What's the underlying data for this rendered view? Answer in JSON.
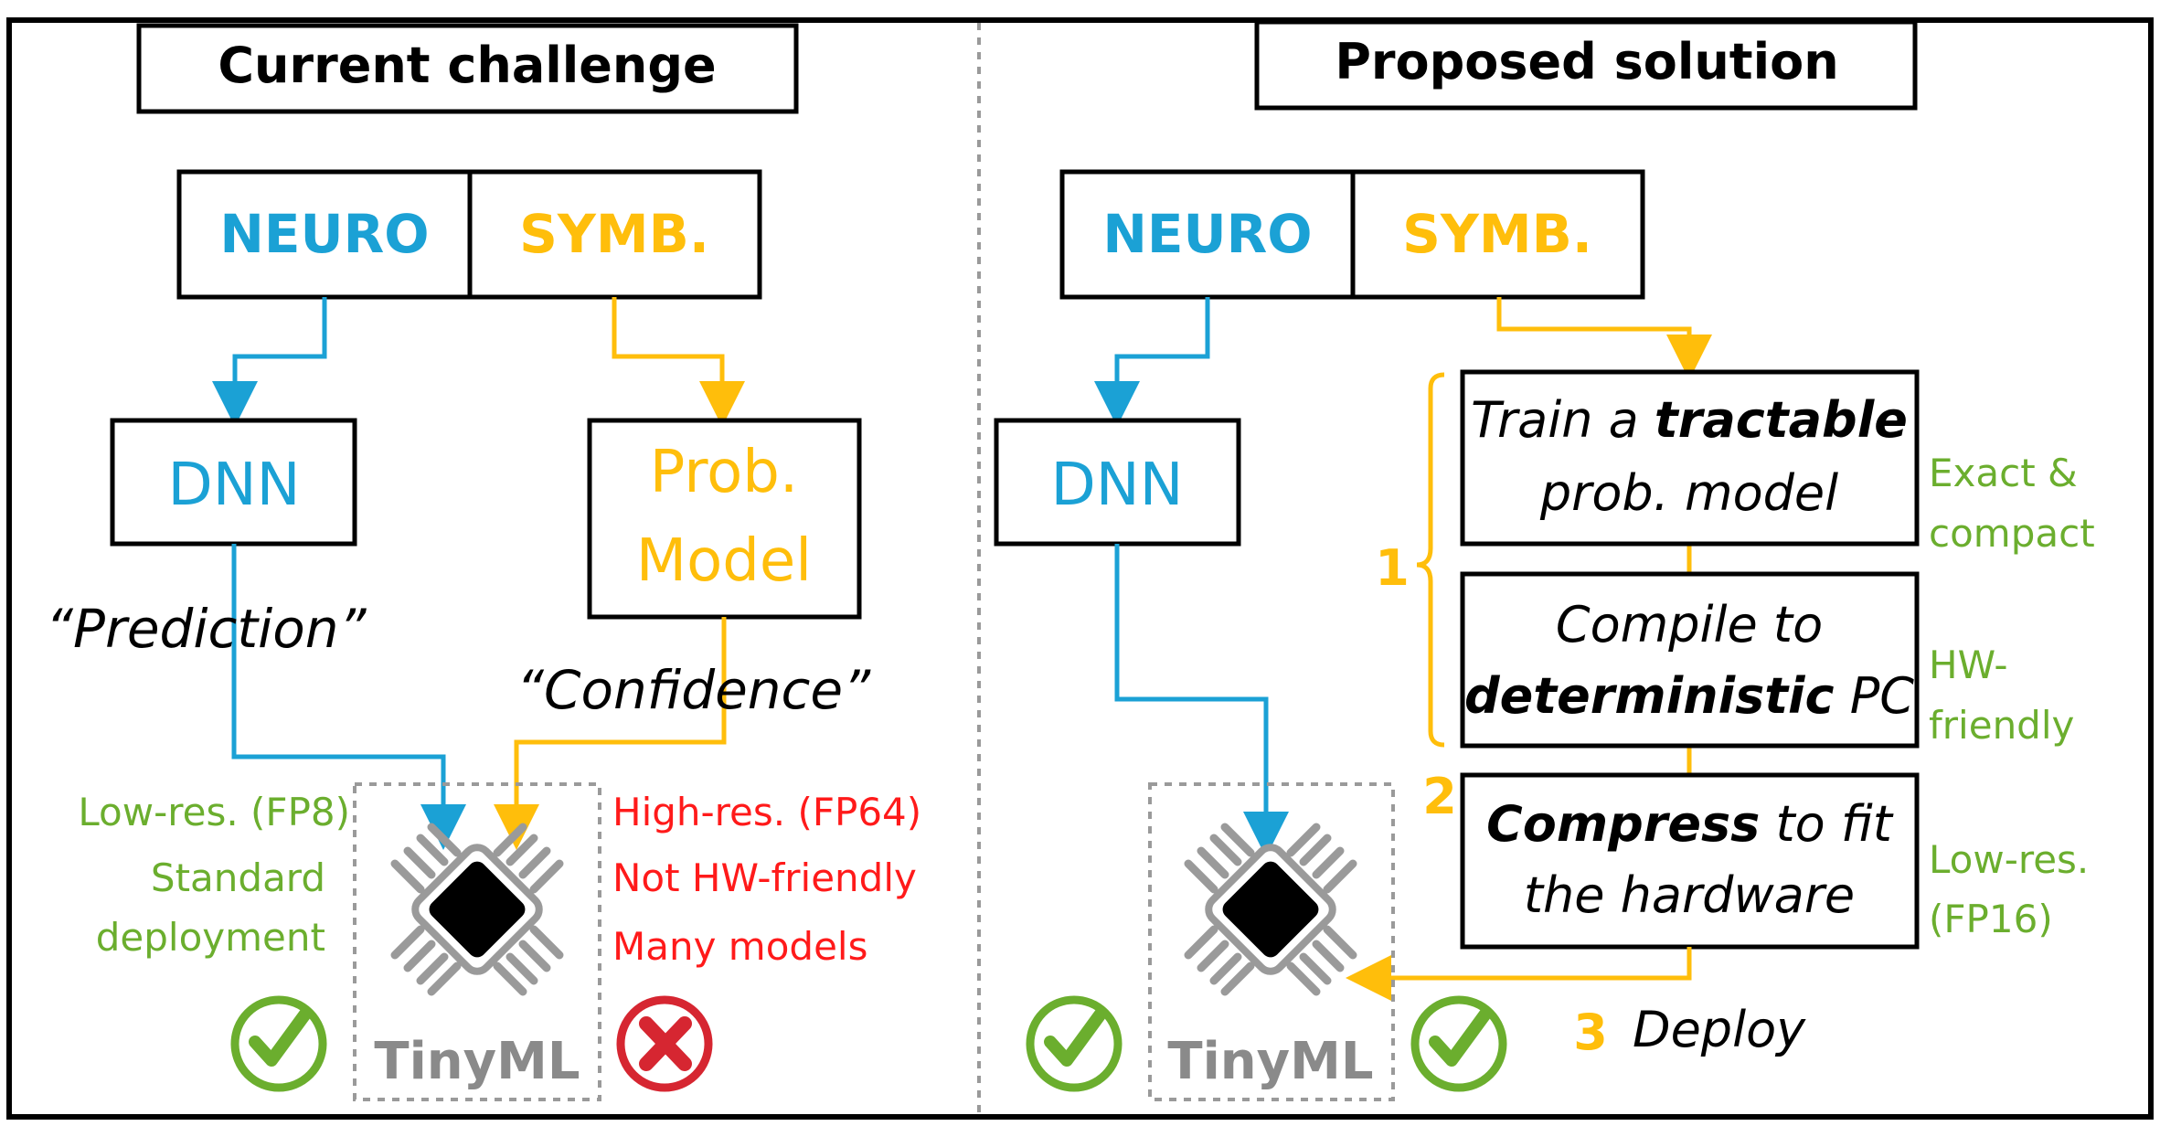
{
  "colors": {
    "blue": "#1BA1D5",
    "yellow": "#FFBE0B",
    "green": "#6BAE2E",
    "red": "#FF1A1A",
    "check_green": "#6BAE2E",
    "cross_red": "#D62631",
    "chip_grey": "#9A9A9A"
  },
  "left": {
    "title": "Current challenge",
    "neuro": "NEURO",
    "symb": "SYMB.",
    "dnn": "DNN",
    "prob_line1": "Prob.",
    "prob_line2": "Model",
    "prediction": "“Prediction”",
    "confidence": "“Confidence”",
    "green_notes": [
      "Low-res. (FP8)",
      "Standard",
      "deployment"
    ],
    "red_notes": [
      "High-res. (FP64)",
      "Not HW-friendly",
      "Many models"
    ],
    "chip_label": "TinyML"
  },
  "right": {
    "title": "Proposed solution",
    "neuro": "NEURO",
    "symb": "SYMB.",
    "dnn": "DNN",
    "step1_box_line1_pre": "Train a ",
    "step1_box_line1_bold": "tractable",
    "step1_box_line2": "prob. model",
    "step1b_box_line1": "Compile to",
    "step1b_box_line2_bold": "deterministic",
    "step1b_box_line2_post": " PC",
    "step2_box_line1_bold": "Compress",
    "step2_box_line1_post": " to fit",
    "step2_box_line2": "the hardware",
    "step_num_1": "1",
    "step_num_2": "2",
    "step_num_3": "3",
    "deploy": "Deploy",
    "notes_exact": [
      "Exact &",
      "compact"
    ],
    "notes_hw": [
      "HW-",
      "friendly"
    ],
    "notes_lowres": [
      "Low-res.",
      "(FP16)"
    ],
    "chip_label": "TinyML"
  }
}
